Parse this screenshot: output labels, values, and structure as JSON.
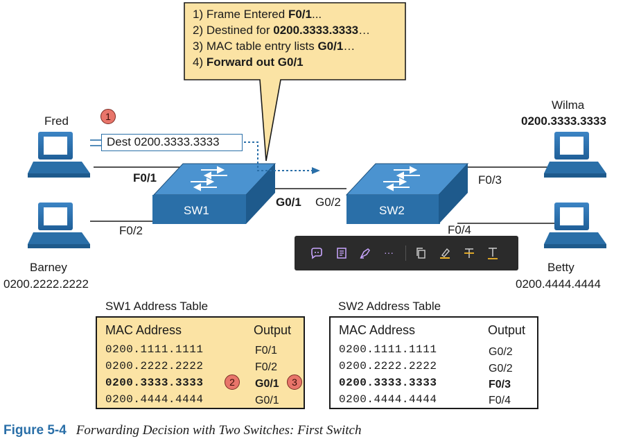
{
  "callout": {
    "lines": [
      {
        "n": "1) Frame Entered ",
        "b": "F0/1",
        "s": "..."
      },
      {
        "n": "2) Destined for ",
        "b": "0200.3333.3333",
        "s": "…"
      },
      {
        "n": "3) MAC table entry lists ",
        "b": "G0/1",
        "s": "…"
      },
      {
        "n": "4) ",
        "b": "Forward out G0/1",
        "s": ""
      }
    ]
  },
  "hosts": {
    "fred": {
      "name": "Fred"
    },
    "barney": {
      "name": "Barney",
      "mac": "0200.2222.2222"
    },
    "wilma": {
      "name": "Wilma",
      "mac": "0200.3333.3333"
    },
    "betty": {
      "name": "Betty",
      "mac": "0200.4444.4444"
    }
  },
  "frame_label": "Dest 0200.3333.3333",
  "switches": {
    "sw1": {
      "label": "SW1"
    },
    "sw2": {
      "label": "SW2"
    }
  },
  "ports": {
    "sw1_f01": "F0/1",
    "sw1_f02": "F0/2",
    "sw1_g01": "G0/1",
    "sw2_g02": "G0/2",
    "sw2_f03": "F0/3",
    "sw2_f04": "F0/4"
  },
  "badges": {
    "one": "1",
    "two": "2",
    "three": "3"
  },
  "toolbar": {
    "icons": [
      "chat-bubble-icon",
      "notebook-icon",
      "pen-nib-icon",
      "more-icon",
      "copy-icon",
      "highlighter-icon",
      "strikethrough-icon",
      "underline-icon"
    ],
    "more_label": "···"
  },
  "sw1_table": {
    "title": "SW1 Address Table",
    "col_mac": "MAC Address",
    "col_out": "Output",
    "rows": [
      {
        "mac": "0200.1111.1111",
        "out": "F0/1"
      },
      {
        "mac": "0200.2222.2222",
        "out": "F0/2"
      },
      {
        "mac": "0200.3333.3333",
        "out": "G0/1"
      },
      {
        "mac": "0200.4444.4444",
        "out": "G0/1"
      }
    ]
  },
  "sw2_table": {
    "title": "SW2 Address Table",
    "col_mac": "MAC Address",
    "col_out": "Output",
    "rows": [
      {
        "mac": "0200.1111.1111",
        "out": "G0/2"
      },
      {
        "mac": "0200.2222.2222",
        "out": "G0/2"
      },
      {
        "mac": "0200.3333.3333",
        "out": "F0/3"
      },
      {
        "mac": "0200.4444.4444",
        "out": "F0/4"
      }
    ]
  },
  "caption": {
    "label": "Figure 5-4",
    "title": "Forwarding Decision with Two Switches: First Switch"
  },
  "colors": {
    "switch_blue": "#2a6fa8",
    "callout_fill": "#fbe3a4",
    "badge_fill": "#e8756a",
    "toolbar_bg": "#2b2b2b",
    "accent_icon": "#c9a6ff",
    "highlight_icon": "#f0b429"
  }
}
